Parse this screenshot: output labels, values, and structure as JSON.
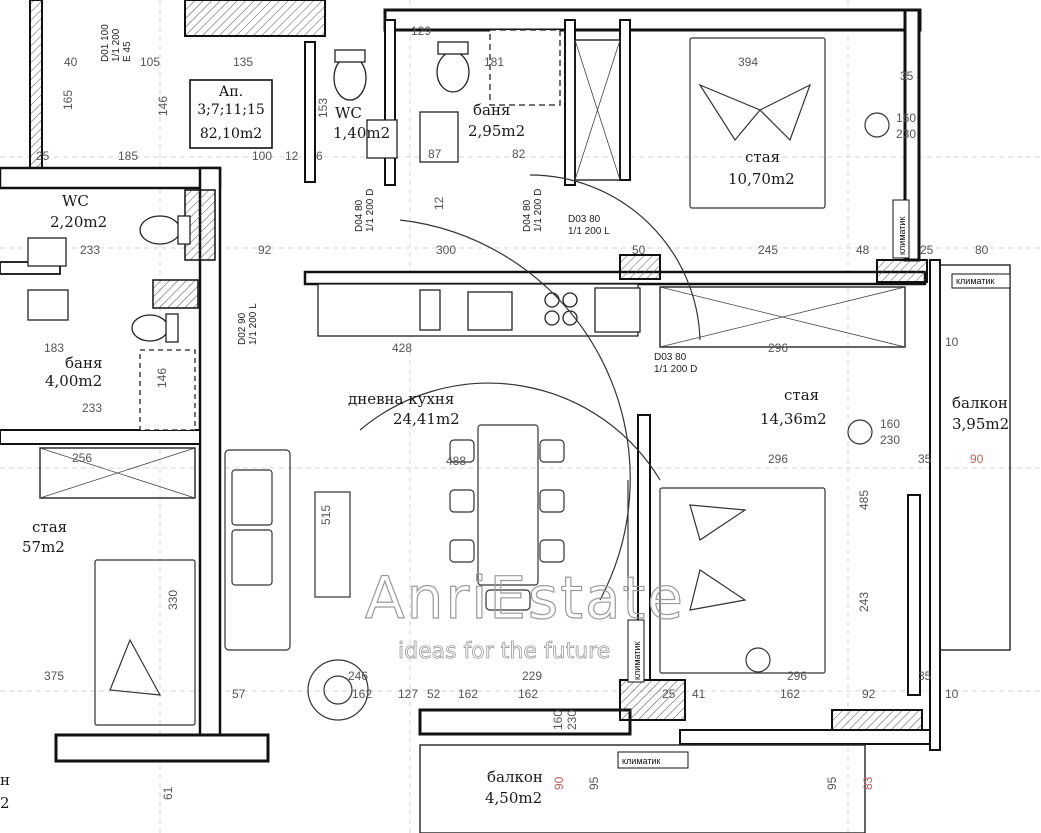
{
  "apartment": {
    "label": "Ап.",
    "numbers": "3;7;11;15",
    "area": "82,10m2"
  },
  "rooms": {
    "wc_top": {
      "name": "WC",
      "area": "1,40m2"
    },
    "bath_top": {
      "name": "баня",
      "area": "2,95m2"
    },
    "bedroom_top": {
      "name": "стая",
      "area": "10,70m2"
    },
    "wc_left": {
      "name": "WC",
      "area": "2,20m2"
    },
    "bath_left": {
      "name": "баня",
      "area": "4,00m2"
    },
    "living": {
      "name": "дневна кухня",
      "area": "24,41m2"
    },
    "bedroom_right": {
      "name": "стая",
      "area": "14,36m2"
    },
    "balcony_right": {
      "name": "балкон",
      "area": "3,95m2"
    },
    "bedroom_left": {
      "name": "стая",
      "area": "57m2"
    },
    "balcony_bottom": {
      "name": "балкон",
      "area": "4,50m2"
    }
  },
  "doors": {
    "d01": {
      "code": "D01 100",
      "size": "1/1 200",
      "side": "E 45"
    },
    "d04_left": {
      "code": "D04 80",
      "size": "1/1 200 D"
    },
    "d04_right": {
      "code": "D04 80",
      "size": "1/1 200 D"
    },
    "d03_top": {
      "code": "D03 80",
      "size": "1/1 200 L"
    },
    "d02": {
      "code": "D02 90",
      "size": "1/1 200 L"
    },
    "d03_mid": {
      "code": "D03 80",
      "size": "1/1 200 D"
    }
  },
  "climatic": {
    "label": "климатик"
  },
  "watermark": {
    "brand": "AnriEstate",
    "tagline": "ideas for the future"
  },
  "dimensions": {
    "d40": "40",
    "d105": "105",
    "d135": "135",
    "d165": "165",
    "d146": "146",
    "d185": "185",
    "d100a": "100",
    "d12a": "12",
    "d6": "6",
    "d25a": "25",
    "d153": "153",
    "d129": "129",
    "d181": "181",
    "d82": "82",
    "d87": "87",
    "d12b": "12",
    "d394": "394",
    "d35a": "35",
    "d160a": "160",
    "d230a": "230",
    "d233a": "233",
    "d92": "92",
    "d300": "300",
    "d50": "50",
    "d245": "245",
    "d48": "48",
    "d25b": "25",
    "d80a": "80",
    "d10a": "10",
    "d428": "428",
    "d296a": "296",
    "d183": "183",
    "d146b": "146",
    "d233b": "233",
    "d256": "256",
    "d488": "488",
    "d160b": "160",
    "d230b": "230",
    "d296b": "296",
    "d35b": "35",
    "d90a": "90",
    "d515": "515",
    "d330": "330",
    "d485": "485",
    "d243": "243",
    "d375": "375",
    "d57": "57",
    "d162a": "162",
    "d246": "246",
    "d229": "229",
    "d162b": "162",
    "d296c": "296",
    "d162c": "162",
    "d25c": "25",
    "d41": "41",
    "d92b": "92",
    "d35c": "35",
    "d10b": "10",
    "d95a": "95",
    "d90b": "90",
    "d95b": "95",
    "d83": "83",
    "d61": "61",
    "d127": "127",
    "d52": "52",
    "d160c": "160",
    "d230c": "230",
    "d162d": "162"
  },
  "edge_text": {
    "left_bottom_a": "н",
    "left_bottom_b": "2"
  }
}
